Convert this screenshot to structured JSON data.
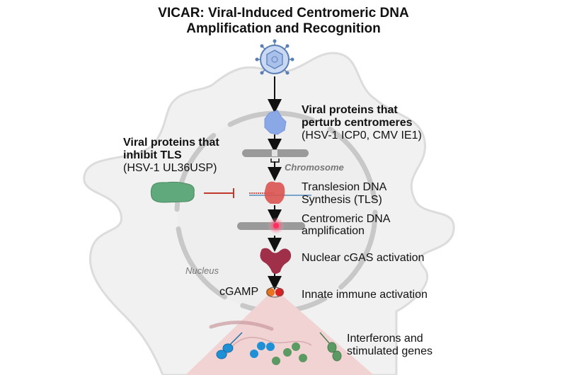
{
  "title": {
    "line1": "VICAR: Viral-Induced Centromeric DNA",
    "line2": "Amplification and Recognition"
  },
  "labels": {
    "perturb_heading_1": "Viral proteins that",
    "perturb_heading_2": "perturb centromeres",
    "perturb_examples": "(HSV-1 ICP0, CMV IE1)",
    "inhibit_heading_1": "Viral proteins that",
    "inhibit_heading_2": "inhibit TLS",
    "inhibit_examples": "(HSV-1 UL36USP)",
    "chromosome": "Chromosome",
    "tls_1": "Translesion DNA",
    "tls_2": "Synthesis (TLS)",
    "amp_1": "Centromeric DNA",
    "amp_2": "amplification",
    "cgas": "Nuclear cGAS activation",
    "nucleus": "Nucleus",
    "cgamp": "cGAMP",
    "innate": "Innate immune activation",
    "ifn_1": "Interferons and",
    "ifn_2": "stimulated genes"
  },
  "icons": {
    "virus": "herpesvirus-icon",
    "perturb_protein": "viral-protein-blob-icon",
    "inhibit_protein": "tls-inhibitor-protein-icon",
    "chromosome": "chromosome-icon",
    "tls_polymerase": "tls-polymerase-icon",
    "cgas": "cgas-enzyme-icon",
    "cgamp": "cgamp-molecule-icon"
  },
  "colors": {
    "virus_fill": "#c9d9f4",
    "virus_stroke": "#5a7fb5",
    "perturb_protein": "#8aa8e6",
    "inhibit_protein": "#5fa97c",
    "tls_polymerase": "#d9534f",
    "inhibit_line": "#c0392b",
    "cgas": "#a0304a",
    "cgamp_orange": "#e8731f",
    "cgamp_red": "#e02020",
    "cone": "#f2d3d3",
    "ifn_blue": "#1f8fd6",
    "ifn_green": "#5c9a63",
    "cell": "#f2f2f2",
    "nucleus_outline": "#c8c8c8"
  }
}
